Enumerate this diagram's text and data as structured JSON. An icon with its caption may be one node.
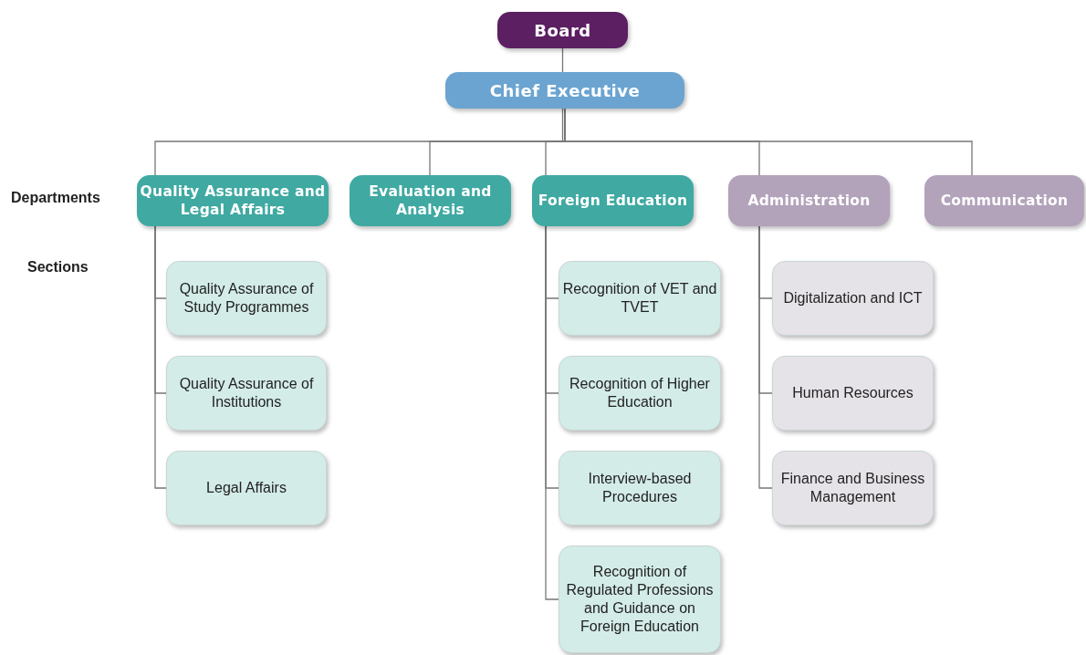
{
  "diagram": {
    "nodes": [
      {
        "text": [
          "Board"
        ]
      },
      {
        "text": [
          "Chief Executive"
        ]
      },
      {
        "text": [
          "Quality Assurance and Legal Affairs"
        ]
      },
      {
        "text": [
          "Evaluation and Analysis"
        ]
      },
      {
        "text": [
          "Foreign Education"
        ]
      },
      {
        "text": [
          "Administration"
        ]
      },
      {
        "text": [
          "Communication"
        ]
      },
      {
        "text": [
          "Quality Assurance of Study Programmes"
        ]
      },
      {
        "text": [
          "Quality Assurance of Institutions"
        ]
      },
      {
        "text": [
          "Legal Affairs"
        ]
      },
      {
        "text": [
          "Recognition of VET and TVET"
        ]
      },
      {
        "text": [
          "Recognition of Higher Education"
        ]
      },
      {
        "text": [
          "Interview-based Procedures"
        ]
      },
      {
        "text": [
          "Recognition of Regulated Professions and Guidance on Foreign Education"
        ]
      },
      {
        "text": [
          "Digitalization and ICT"
        ]
      },
      {
        "text": [
          "Human Resources"
        ]
      },
      {
        "text": [
          "Finance and Business Management"
        ]
      }
    ],
    "edges": [
      {
        "from": 0,
        "to": 1,
        "arrow": "none"
      },
      {
        "from": 1,
        "to": 2,
        "arrow": "none"
      },
      {
        "from": 1,
        "to": 3,
        "arrow": "none"
      },
      {
        "from": 1,
        "to": 4,
        "arrow": "none"
      },
      {
        "from": 1,
        "to": 5,
        "arrow": "none"
      },
      {
        "from": 1,
        "to": 6,
        "arrow": "none"
      },
      {
        "from": 2,
        "to": 7,
        "arrow": "none"
      },
      {
        "from": 2,
        "to": 8,
        "arrow": "none"
      },
      {
        "from": 2,
        "to": 9,
        "arrow": "none"
      },
      {
        "from": 4,
        "to": 10,
        "arrow": "none"
      },
      {
        "from": 4,
        "to": 11,
        "arrow": "none"
      },
      {
        "from": 4,
        "to": 12,
        "arrow": "none"
      },
      {
        "from": 4,
        "to": 13,
        "arrow": "none"
      },
      {
        "from": 5,
        "to": 14,
        "arrow": "none"
      },
      {
        "from": 5,
        "to": 15,
        "arrow": "none"
      },
      {
        "from": 5,
        "to": 16,
        "arrow": "none"
      }
    ],
    "labels": [
      "Departments",
      "Sections"
    ]
  }
}
